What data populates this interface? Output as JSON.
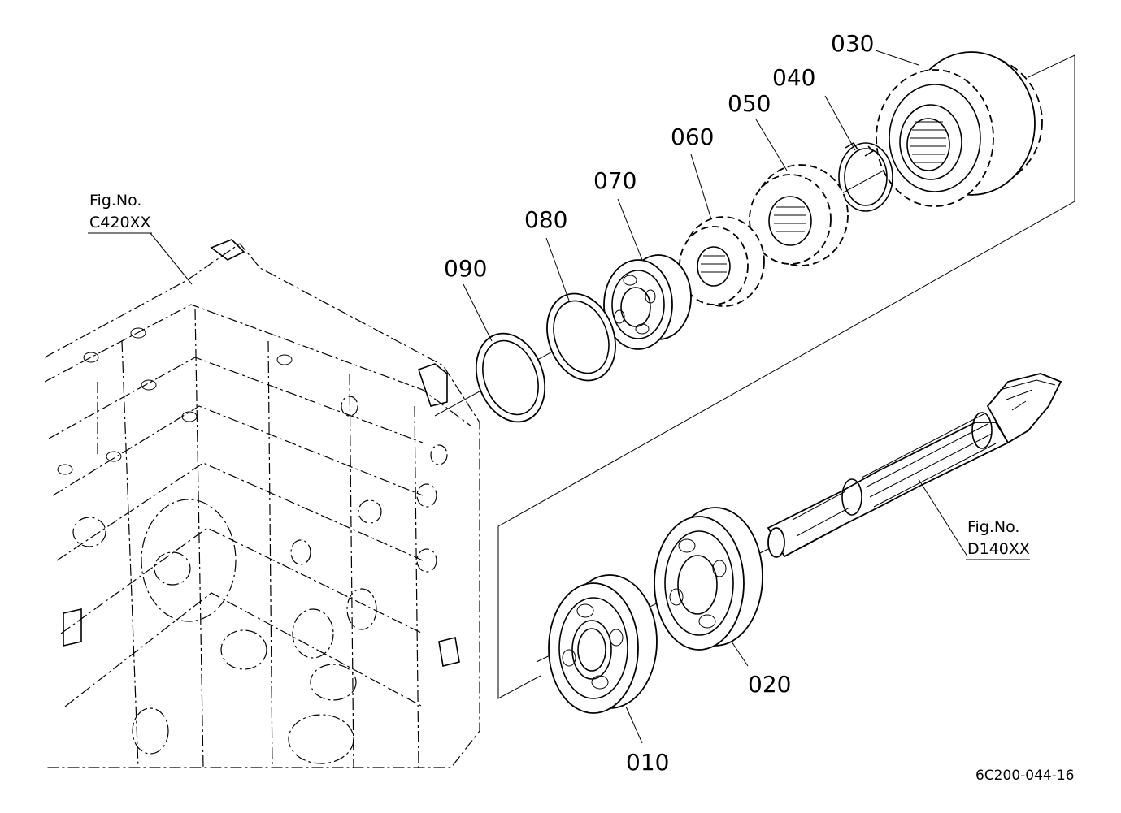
{
  "diagram": {
    "parts": [
      {
        "id": "010",
        "label": "010"
      },
      {
        "id": "020",
        "label": "020"
      },
      {
        "id": "030",
        "label": "030"
      },
      {
        "id": "040",
        "label": "040"
      },
      {
        "id": "050",
        "label": "050"
      },
      {
        "id": "060",
        "label": "060"
      },
      {
        "id": "070",
        "label": "070"
      },
      {
        "id": "080",
        "label": "080"
      },
      {
        "id": "090",
        "label": "090"
      }
    ],
    "references": [
      {
        "title": "Fig.No.",
        "code": "C420XX"
      },
      {
        "title": "Fig.No.",
        "code": "D140XX"
      }
    ],
    "drawing_code": "6C200-044-16"
  }
}
